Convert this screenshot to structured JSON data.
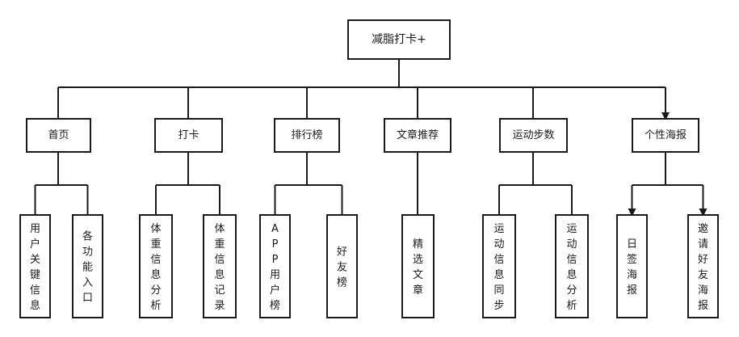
{
  "diagram": {
    "root": {
      "label": "减脂打卡+"
    },
    "sections": [
      {
        "label": "首页",
        "children": [
          "用户关键信息",
          "各功能入口"
        ]
      },
      {
        "label": "打卡",
        "children": [
          "体重信息分析",
          "体重信息记录"
        ]
      },
      {
        "label": "排行榜",
        "children": [
          "APP用户榜",
          "好友榜"
        ]
      },
      {
        "label": "文章推荐",
        "children": [
          "精选文章"
        ]
      },
      {
        "label": "运动步数",
        "children": [
          "运动信息同步",
          "运动信息分析"
        ]
      },
      {
        "label": "个性海报",
        "children": [
          "日签海报",
          "邀请好友海报"
        ]
      }
    ]
  }
}
